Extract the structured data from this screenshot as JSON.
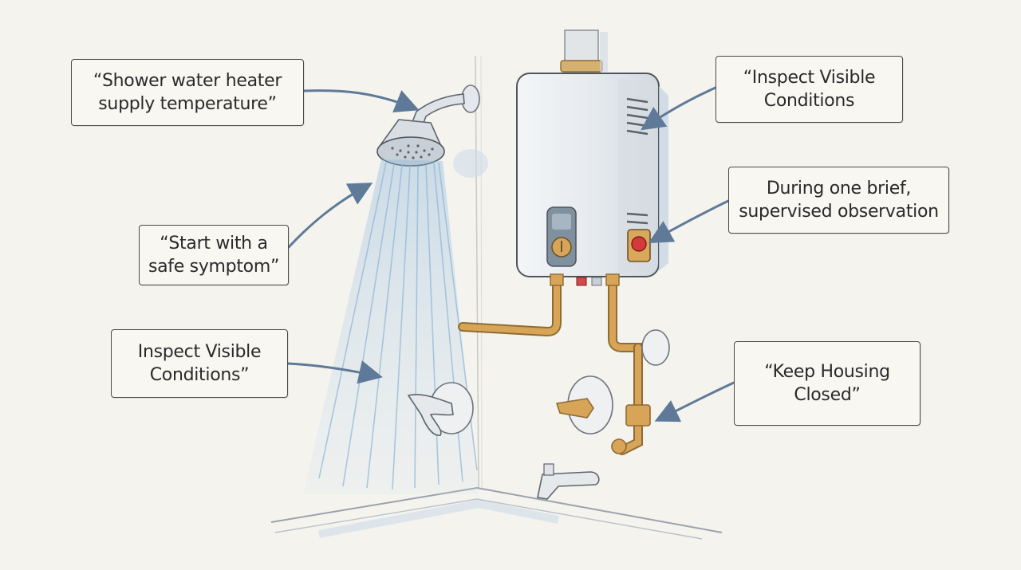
{
  "callouts": {
    "shower_temperature": "“Shower water heater\nsupply temperature”",
    "start_symptom": "“Start with a\nsafe symptom”",
    "inspect_left": "Inspect Visible\nConditions”",
    "inspect_right": "“Inspect Visible\nConditions",
    "brief_observation": "During one brief,\nsupervised observation",
    "keep_closed": "“Keep Housing\nClosed”"
  },
  "colors": {
    "background": "#f4f3ee",
    "ink": "#4a4a4a",
    "arrow": "#5f7a99",
    "water": "#9fc3e2",
    "brass": "#d8a458",
    "indicator_red": "#d43a3a"
  }
}
